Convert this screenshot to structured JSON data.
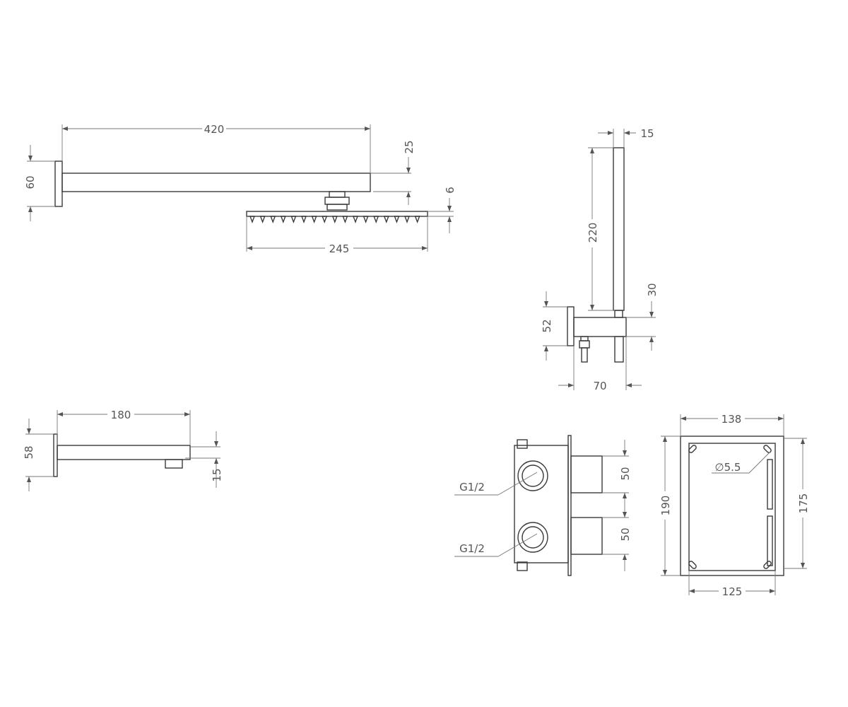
{
  "shower_arm": {
    "length": "420",
    "wall_plate": "60",
    "arm_height": "25",
    "connector_drop": ""
  },
  "shower_head": {
    "thickness": "6",
    "width": "245"
  },
  "hand_shower": {
    "top_width": "15",
    "length": "220",
    "outlet": "30",
    "plate": "52",
    "depth": "70"
  },
  "spout": {
    "length": "180",
    "plate": "58",
    "outlet": "15"
  },
  "valve": {
    "thread_top": "G1/2",
    "thread_bottom": "G1/2",
    "spacing_top": "50",
    "spacing_bottom": "50"
  },
  "box": {
    "width": "138",
    "height": "190",
    "inner_height": "175",
    "inner_width": "125",
    "hole": "5.5"
  }
}
